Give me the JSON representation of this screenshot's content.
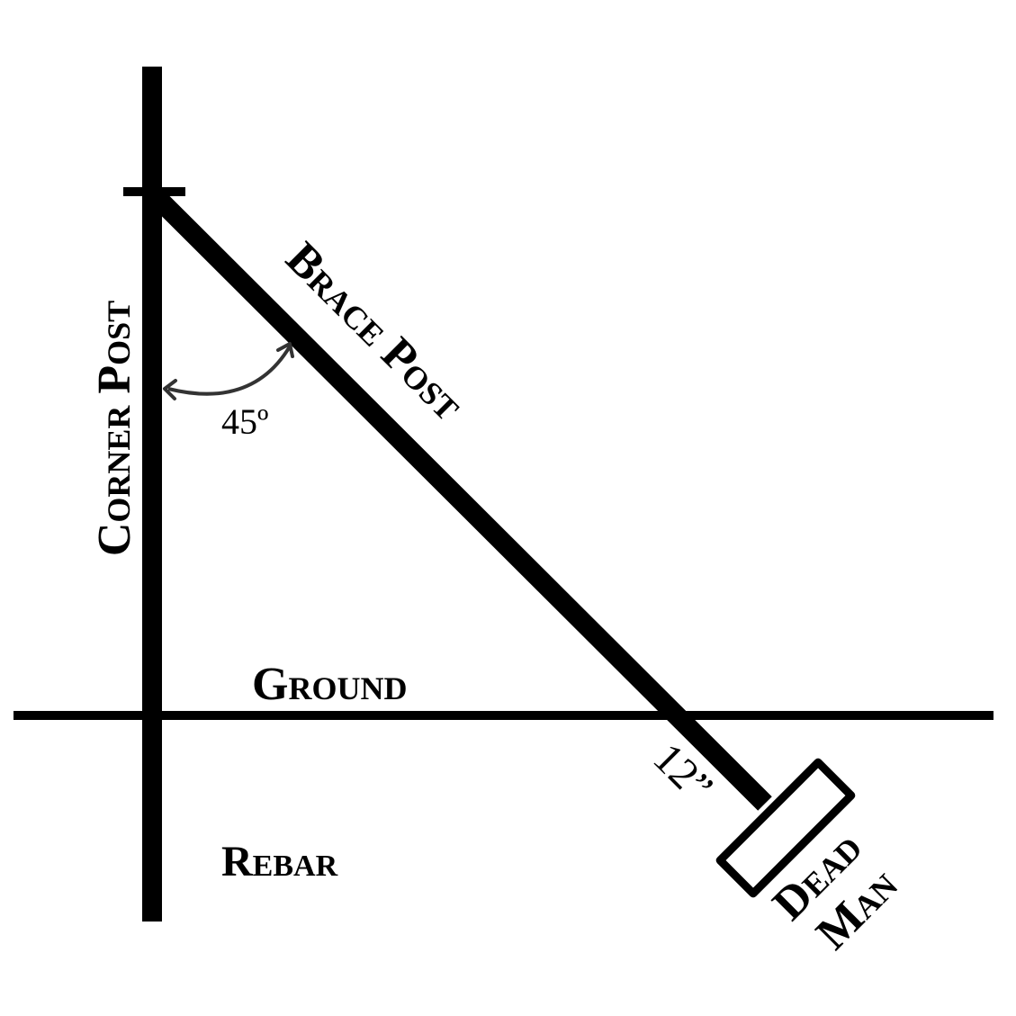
{
  "labels": {
    "corner_post": "Corner Post",
    "brace_post": "Brace Post",
    "angle": "45º",
    "ground": "Ground",
    "depth": "12”",
    "rebar": "Rebar",
    "dead_man_line1": "Dead",
    "dead_man_line2": "Man"
  },
  "colors": {
    "ink": "#000000",
    "arrow": "#333333",
    "background": "#ffffff"
  }
}
